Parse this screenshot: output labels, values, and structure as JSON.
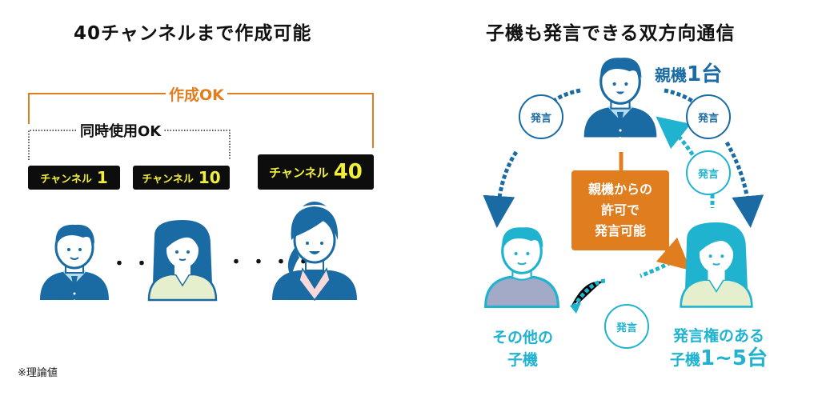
{
  "left_panel": {
    "title": "40チャンネルまで作成可能",
    "create_ok_label": "作成OK",
    "simultaneous_ok_label": "同時使用OK",
    "channels": [
      {
        "label": "チャンネル",
        "number": "1"
      },
      {
        "label": "チャンネル",
        "number": "10"
      },
      {
        "label": "チャンネル",
        "number": "40"
      }
    ],
    "ellipsis_1": "・・・",
    "ellipsis_2": "・・・・",
    "note": "※理論値",
    "people": [
      "man-avatar",
      "woman-long-hair-avatar",
      "woman-ponytail-avatar"
    ]
  },
  "right_panel": {
    "title": "子機も発言できる双方向通信",
    "parent_label": "親機",
    "parent_count": "1台",
    "speak_bubbles": [
      "発言",
      "発言",
      "発言",
      "発言"
    ],
    "permission_box": [
      "親機からの",
      "許可で",
      "発言可能"
    ],
    "other_children_label": [
      "その他の",
      "子機"
    ],
    "speaking_children_label_line1": "発言権のある",
    "speaking_children_label_line2_prefix": "子機",
    "speaking_children_count": "1~5台"
  },
  "colors": {
    "dark_blue": "#1a6ba3",
    "teal": "#1fb3cf",
    "orange": "#e07e1f",
    "badge_bg": "#0d0d0d",
    "badge_text": "#f2ef3a"
  }
}
